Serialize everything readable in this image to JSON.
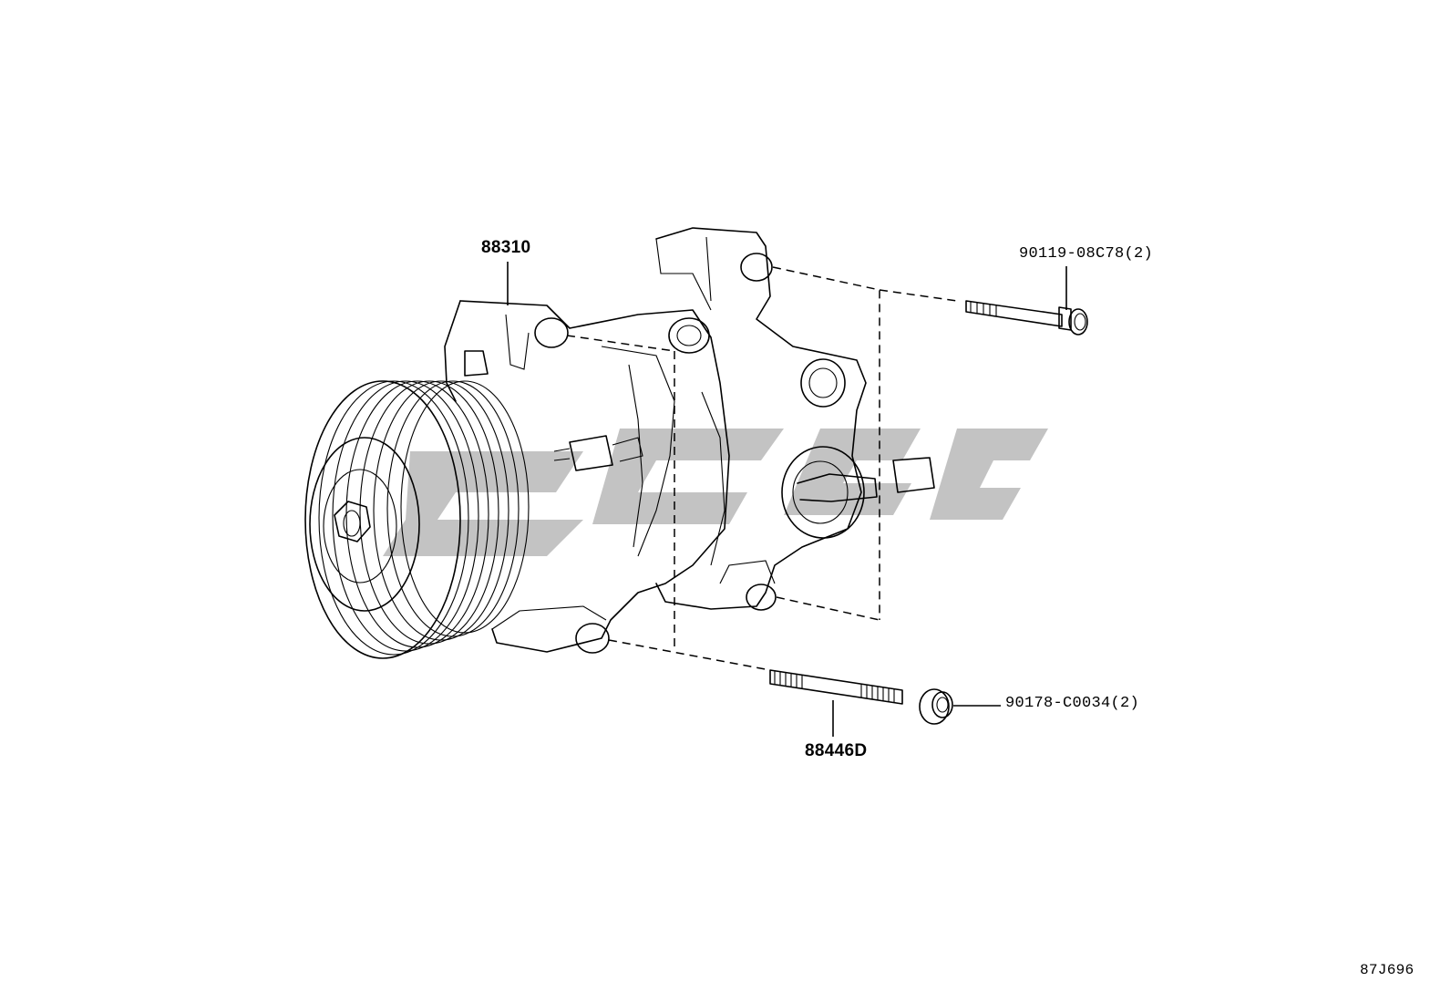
{
  "parts": [
    {
      "part_number": "88310"
    },
    {
      "part_number": "88446D"
    },
    {
      "part_number": "90119-08C78(2)"
    },
    {
      "part_number": "90178-C0034(2)"
    }
  ],
  "illustration_id": "87J696",
  "colors": {
    "line": "#000000",
    "watermark": "#b8b8b8",
    "background": "#ffffff"
  }
}
